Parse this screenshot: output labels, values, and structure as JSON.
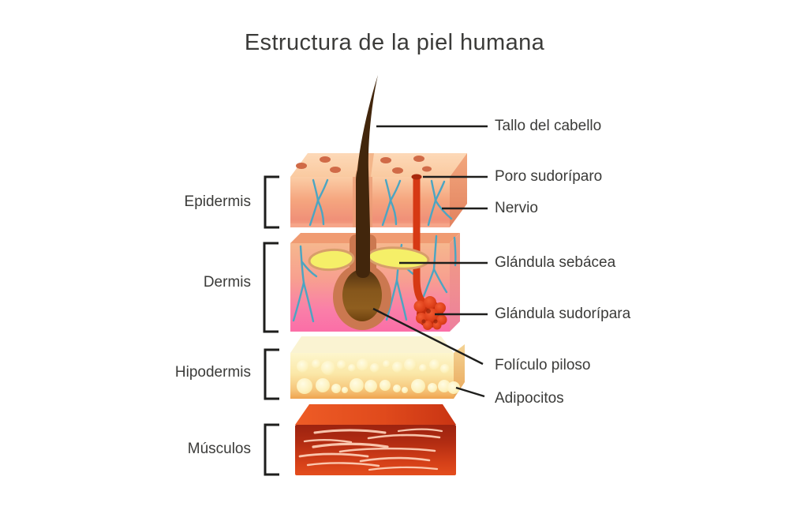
{
  "title": "Estructura de la piel humana",
  "layers": [
    {
      "label": "Epidermis"
    },
    {
      "label": "Dermis"
    },
    {
      "label": "Hipodermis"
    },
    {
      "label": "Músculos"
    }
  ],
  "parts": [
    {
      "label": "Tallo del cabello"
    },
    {
      "label": "Poro sudoríparo"
    },
    {
      "label": "Nervio"
    },
    {
      "label": "Glándula sebácea"
    },
    {
      "label": "Glándula sudorípara"
    },
    {
      "label": "Folículo piloso"
    },
    {
      "label": "Adipocitos"
    }
  ],
  "colors": {
    "background": "#ffffff",
    "text": "#3b3b39",
    "line": "#1e1e1c",
    "epidermis_top": "#fcd5b1",
    "epidermis_front_top": "#fbcda6",
    "epidermis_front_bottom": "#f09078",
    "pore": "#d06a47",
    "nerve": "#4ba5c2",
    "sweat_duct": "#d63914",
    "dermis_top": "#f09b72",
    "dermis_front_top": "#f6b78e",
    "dermis_front_bottom": "#fb6ea7",
    "sebaceous_gland_fill": "#f5ef68",
    "sebaceous_gland_outline": "#d79e6a",
    "follicle_sheath": "#cb7850",
    "hair": "#42260c",
    "hair_bulb": "#8a5a1e",
    "sweat_gland": "#d63412",
    "hipodermis_top": "#faf3d2",
    "hipodermis_front_top": "#fdf6cd",
    "hipodermis_front_bottom": "#efa34f",
    "adipocyte": "#fdf0b6",
    "muscle_top": "#e84e1e",
    "muscle_front_top": "#9c2310",
    "muscle_front_bottom": "#e44d1d",
    "muscle_fiber": "#ffd2ba"
  }
}
